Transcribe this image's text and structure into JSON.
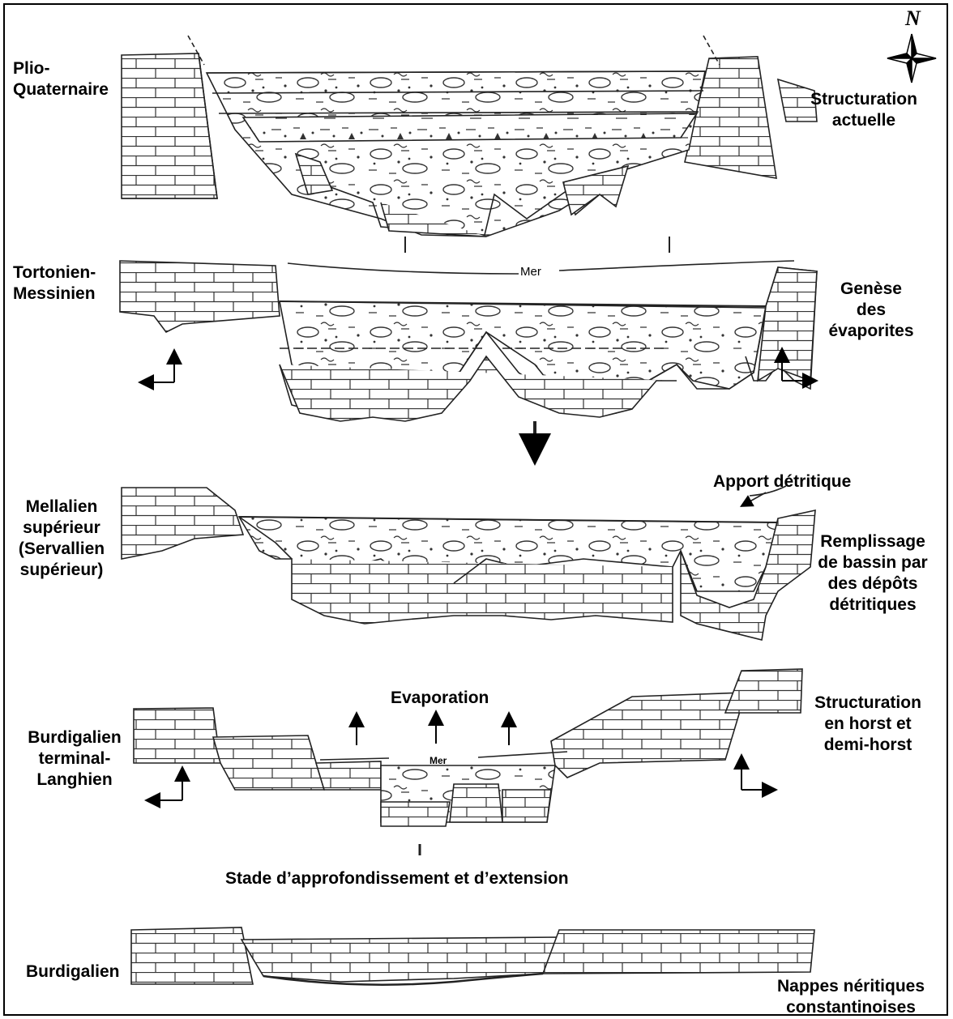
{
  "compass": {
    "letter": "N",
    "icon": "compass-rose-icon"
  },
  "stages": [
    {
      "age": "Plio-\nQuaternaire",
      "description": "Structuration\nactuelle"
    },
    {
      "age": "Tortonien-\nMessinien",
      "description": "Genèse\ndes\névaporites",
      "sea": "Mer"
    },
    {
      "age": "Mellalien\nsupérieur\n(Servallien\nsupérieur)",
      "description": "Remplissage\nde bassin par\ndes dépôts\ndétritiques",
      "annotation": "Apport détritique"
    },
    {
      "age": "Burdigalien\nterminal-\nLanghien",
      "description": "Structuration\nen horst et\ndemi-horst",
      "sea": "Mer",
      "annotation": "Evaporation",
      "caption": "Stade d’approfondissement et d’extension"
    },
    {
      "age": "Burdigalien",
      "description": "Nappes néritiques\nconstantinoises"
    }
  ]
}
